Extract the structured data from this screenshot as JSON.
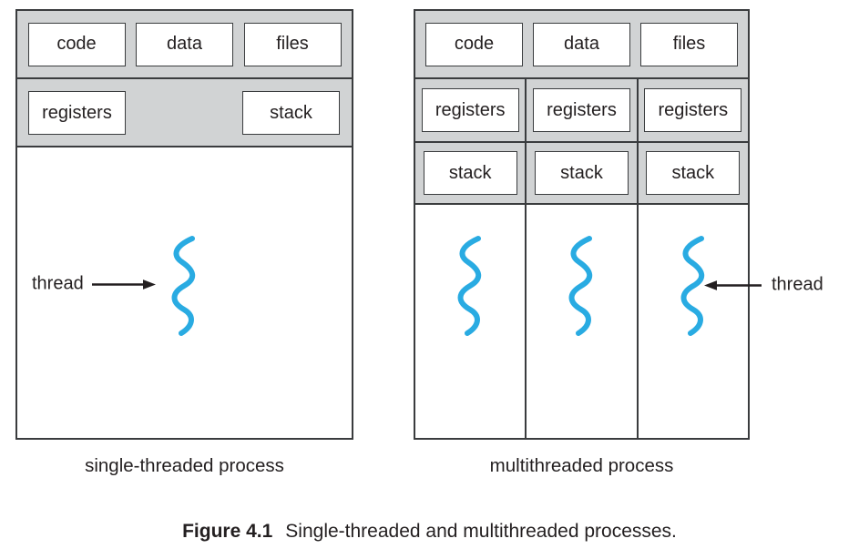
{
  "figure": {
    "caption_label": "Figure 4.1",
    "caption_text": "Single-threaded and multithreaded processes."
  },
  "left_diagram": {
    "caption": "single-threaded process",
    "top_boxes": [
      "code",
      "data",
      "files"
    ],
    "registers_label": "registers",
    "stack_label": "stack",
    "thread_label": "thread"
  },
  "right_diagram": {
    "caption": "multithreaded process",
    "top_boxes": [
      "code",
      "data",
      "files"
    ],
    "columns": [
      {
        "registers": "registers",
        "stack": "stack"
      },
      {
        "registers": "registers",
        "stack": "stack"
      },
      {
        "registers": "registers",
        "stack": "stack"
      }
    ],
    "thread_label": "thread"
  },
  "colors": {
    "band_gray": "#d1d3d4",
    "line_dark": "#3a3c3e",
    "thread_blue": "#29abe2",
    "text_black": "#231f20"
  }
}
